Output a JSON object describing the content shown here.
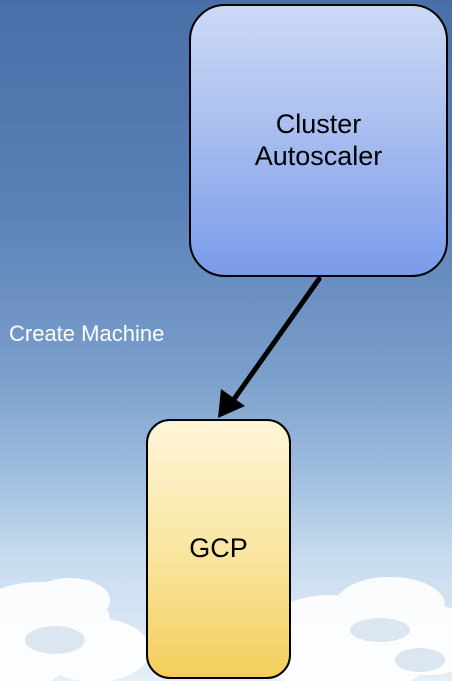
{
  "nodes": {
    "cluster_autoscaler": "Cluster\nAutoscaler",
    "gcp": "GCP"
  },
  "edges": [
    {
      "from": "cluster_autoscaler",
      "to": "gcp",
      "label": "Create Machine"
    }
  ],
  "colors": {
    "sky_top": "#4a6fa8",
    "sky_bottom": "#e6eef7",
    "autoscaler_fill_top": "#cdd9f6",
    "autoscaler_fill_bottom": "#7a9bea",
    "gcp_fill_top": "#fff6d8",
    "gcp_fill_bottom": "#f3ce5c",
    "edge_label_text": "#ffffff",
    "arrow": "#000000"
  }
}
